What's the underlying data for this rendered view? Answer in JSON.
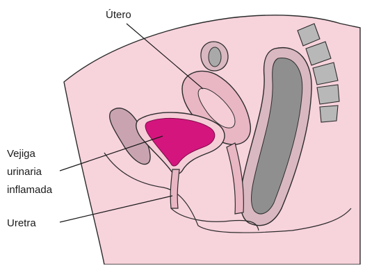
{
  "labels": {
    "uterus": "Útero",
    "bladder": [
      "Vejiga",
      "urinaria",
      "inflamada"
    ],
    "urethra": "Uretra"
  },
  "colors": {
    "skin": "#f7d3dc",
    "tissue": "#e9b6c4",
    "outline": "#2b2b2b",
    "bladder_inflamed": "#d4157e",
    "organ_grey": "#9a9a9a",
    "organ_dark_grey": "#6f6f6f",
    "background": "#ffffff"
  }
}
